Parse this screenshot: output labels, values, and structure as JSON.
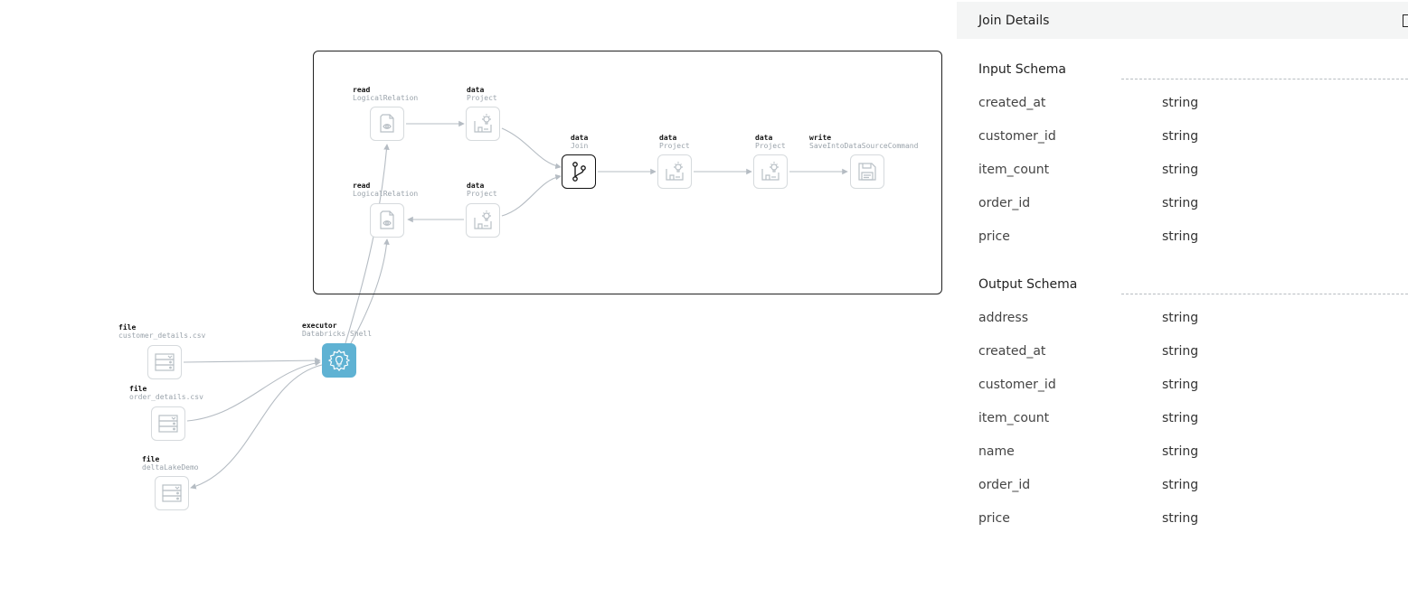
{
  "graph": {
    "nodes": {
      "read1": {
        "kind": "read",
        "name": "LogicalRelation",
        "icon": "file-eye-icon"
      },
      "read2": {
        "kind": "read",
        "name": "LogicalRelation",
        "icon": "file-eye-icon"
      },
      "project1": {
        "kind": "data",
        "name": "Project",
        "icon": "project-lightbulb-icon"
      },
      "project2": {
        "kind": "data",
        "name": "Project",
        "icon": "project-lightbulb-icon"
      },
      "join": {
        "kind": "data",
        "name": "Join",
        "icon": "join-branch-icon"
      },
      "project3": {
        "kind": "data",
        "name": "Project",
        "icon": "project-lightbulb-icon"
      },
      "project4": {
        "kind": "data",
        "name": "Project",
        "icon": "project-lightbulb-icon"
      },
      "write": {
        "kind": "write",
        "name": "SaveIntoDataSourceCommand",
        "icon": "floppy-disk-icon"
      },
      "executor": {
        "kind": "executor",
        "name": "Databricks Shell",
        "icon": "gear-lightbulb-icon"
      },
      "file1": {
        "kind": "file",
        "name": "customer_details.csv",
        "icon": "server-storage-icon"
      },
      "file2": {
        "kind": "file",
        "name": "order_details.csv",
        "icon": "server-storage-icon"
      },
      "file3": {
        "kind": "file",
        "name": "deltaLakeDemo",
        "icon": "server-storage-icon"
      }
    }
  },
  "panel": {
    "title": "Join Details",
    "input_schema": {
      "title": "Input Schema",
      "fields": [
        {
          "name": "created_at",
          "type": "string"
        },
        {
          "name": "customer_id",
          "type": "string"
        },
        {
          "name": "item_count",
          "type": "string"
        },
        {
          "name": "order_id",
          "type": "string"
        },
        {
          "name": "price",
          "type": "string"
        }
      ]
    },
    "output_schema": {
      "title": "Output Schema",
      "fields": [
        {
          "name": "address",
          "type": "string"
        },
        {
          "name": "created_at",
          "type": "string"
        },
        {
          "name": "customer_id",
          "type": "string"
        },
        {
          "name": "item_count",
          "type": "string"
        },
        {
          "name": "name",
          "type": "string"
        },
        {
          "name": "order_id",
          "type": "string"
        },
        {
          "name": "price",
          "type": "string"
        }
      ]
    }
  },
  "colors": {
    "executor": "#5fb2d3",
    "edge": "#b5bcc3",
    "icon": "#b9c0c6",
    "selected_border": "#111111"
  }
}
